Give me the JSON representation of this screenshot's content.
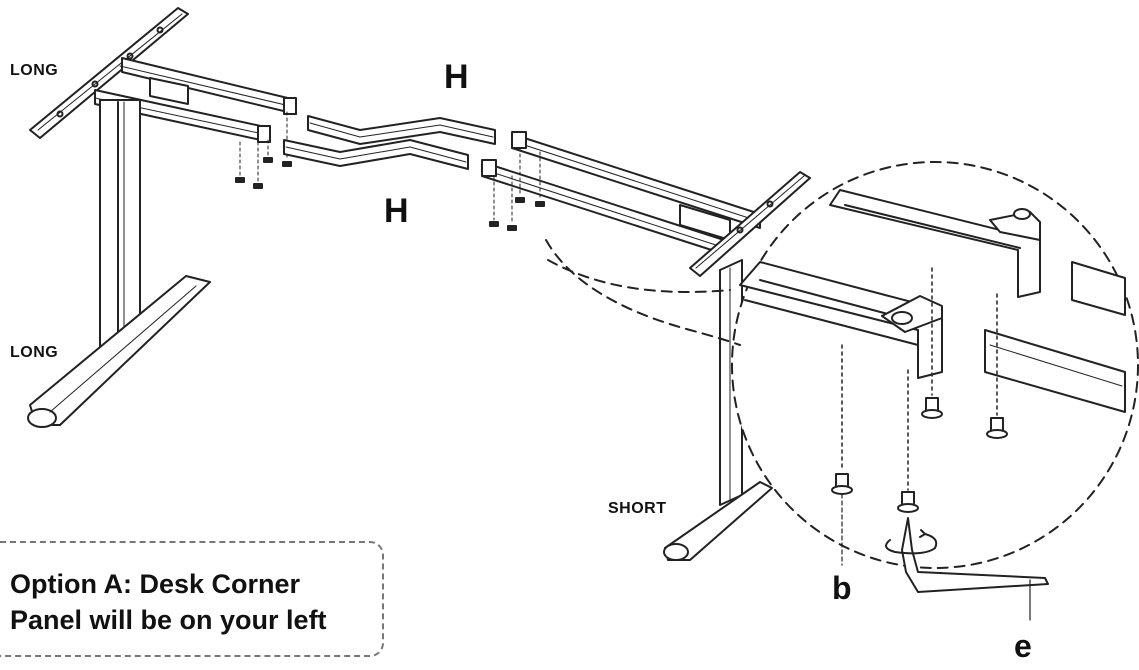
{
  "labels": {
    "long_top": "LONG",
    "long_bottom": "LONG",
    "short": "SHORT",
    "h_top": "H",
    "h_bottom": "H",
    "part_b": "b",
    "part_e": "e"
  },
  "note": {
    "line1": "Option A: Desk Corner",
    "line2": "Panel will be on your left"
  },
  "colors": {
    "ink": "#111111",
    "dashed": "#777777",
    "background": "#ffffff"
  }
}
